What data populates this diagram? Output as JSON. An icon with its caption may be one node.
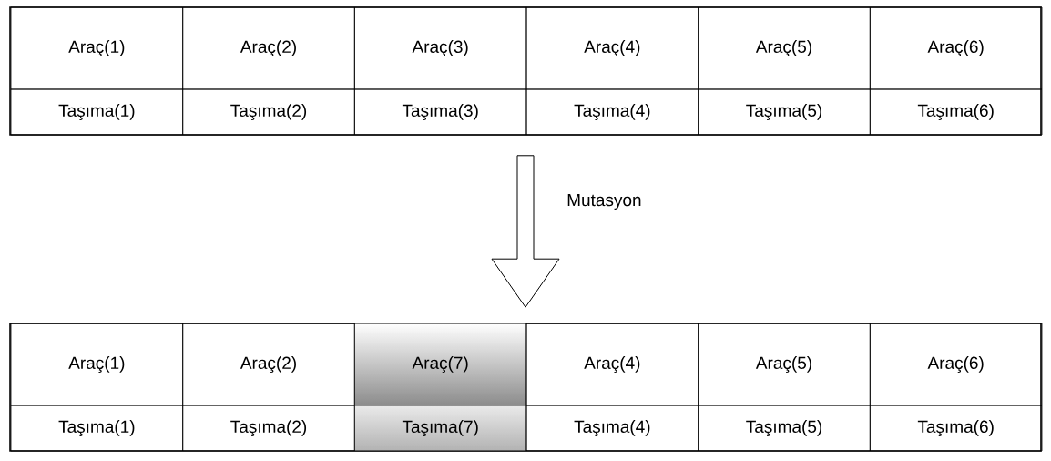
{
  "diagram": {
    "nodes": [
      {
        "text": [],
        "shape": "box"
      },
      {
        "text": [
          "Araç(1)"
        ],
        "in": 0
      },
      {
        "text": [
          "Araç(2)"
        ],
        "in": 0
      },
      {
        "text": [
          "Araç(3)"
        ],
        "in": 0
      },
      {
        "text": [
          "Araç(4)"
        ],
        "in": 0
      },
      {
        "text": [
          "Araç(5)"
        ],
        "in": 0
      },
      {
        "text": [
          "Araç(6)"
        ],
        "in": 0
      },
      {
        "text": [
          "Taşıma(1)"
        ],
        "in": 0
      },
      {
        "text": [
          "Taşıma(2)"
        ],
        "in": 0
      },
      {
        "text": [
          "Taşıma(3)"
        ],
        "in": 0
      },
      {
        "text": [
          "Taşıma(4)"
        ],
        "in": 0
      },
      {
        "text": [
          "Taşıma(5)"
        ],
        "in": 0
      },
      {
        "text": [
          "Taşıma(6)"
        ],
        "in": 0
      },
      {
        "text": [],
        "shape": "box"
      },
      {
        "text": [
          "Araç(1)"
        ],
        "in": 13
      },
      {
        "text": [
          "Araç(2)"
        ],
        "in": 13
      },
      {
        "text": [
          "Araç(7)"
        ],
        "in": 13
      },
      {
        "text": [
          "Araç(4)"
        ],
        "in": 13
      },
      {
        "text": [
          "Araç(5)"
        ],
        "in": 13
      },
      {
        "text": [
          "Araç(6)"
        ],
        "in": 13
      },
      {
        "text": [
          "Taşıma(1)"
        ],
        "in": 13
      },
      {
        "text": [
          "Taşıma(2)"
        ],
        "in": 13
      },
      {
        "text": [
          "Taşıma(7)"
        ],
        "in": 13
      },
      {
        "text": [
          "Taşıma(4)"
        ],
        "in": 13
      },
      {
        "text": [
          "Taşıma(5)"
        ],
        "in": 13
      },
      {
        "text": [
          "Taşıma(6)"
        ],
        "in": 13
      }
    ],
    "edges": [
      {
        "from": 0,
        "to": 13,
        "arrow": "to",
        "label": "Mutasyon"
      }
    ]
  }
}
